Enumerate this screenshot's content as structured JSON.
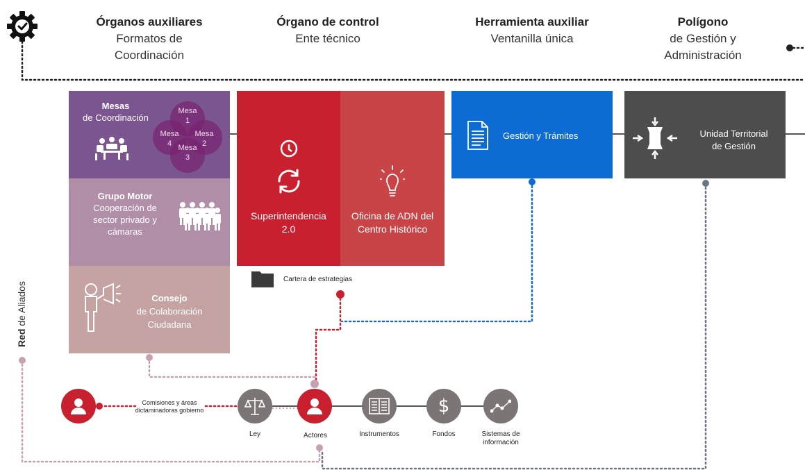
{
  "header": [
    {
      "title": "Órganos auxiliares",
      "line1": "Formatos de",
      "line2": "Coordinación"
    },
    {
      "title": "Órgano de control",
      "line1": "Ente técnico",
      "line2": ""
    },
    {
      "title": "Herramienta auxiliar",
      "line1": "Ventanilla única",
      "line2": ""
    },
    {
      "title": "Polígono",
      "line1": "de Gestión y",
      "line2": "Administración"
    }
  ],
  "mesas": {
    "title": "Mesas",
    "subtitle": "de Coordinación",
    "m1": "Mesa 1",
    "m2": "Mesa 2",
    "m3": "Mesa 3",
    "m4": "Mesa 4"
  },
  "grupo_motor": {
    "title": "Grupo Motor",
    "line1": "Cooperación de",
    "line2": "sector privado y",
    "line3": "cámaras"
  },
  "consejo": {
    "title": "Consejo",
    "line1": "de Colaboración",
    "line2": "Ciudadana"
  },
  "superintendencia": {
    "line1": "Superintendencia",
    "line2": "2.0"
  },
  "oficina": {
    "line1": "Oficina de ADN del",
    "line2": "Centro Histórico"
  },
  "gestion": {
    "label": "Gestión y Trámites"
  },
  "unidad": {
    "line1": "Unidad Territorial",
    "line2": "de Gestión"
  },
  "cartera": {
    "label": "Cartera de estrategias"
  },
  "red": {
    "bold": "Red",
    "rest": " de Aliados"
  },
  "comisiones": {
    "line1": "Comisiones y áreas",
    "line2": "dictaminadoras gobierno"
  },
  "bottom_nodes": [
    {
      "label": "Ley",
      "icon": "scale-icon"
    },
    {
      "label": "Actores",
      "icon": "person-icon"
    },
    {
      "label": "Instrumentos",
      "icon": "book-icon"
    },
    {
      "label": "Fondos",
      "icon": "dollar-icon"
    },
    {
      "label": "Sistemas de",
      "label2": "información",
      "icon": "chart-icon"
    }
  ],
  "colors": {
    "purple": "#7b5590",
    "mauve": "#b18ea8",
    "rose": "#c5a3a3",
    "red": "#c8202e",
    "red_light": "#c84447",
    "blue": "#0c6cd4",
    "gray": "#4d4d4d",
    "node_gray": "#7b7675"
  }
}
